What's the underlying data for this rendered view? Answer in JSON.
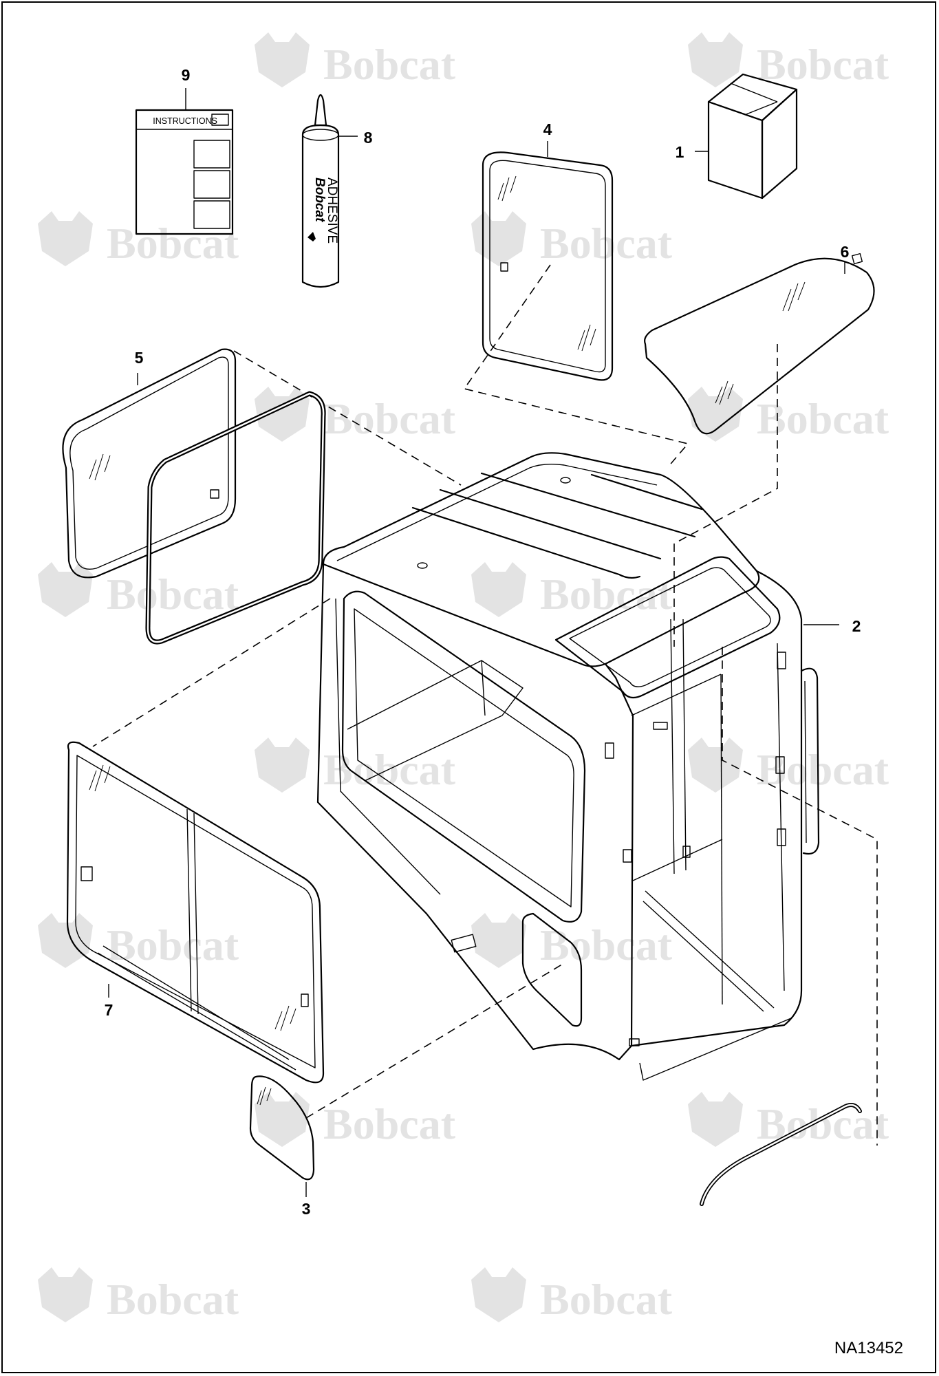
{
  "watermark": {
    "brand_text": "Bobcat",
    "color": "#e3e3e3"
  },
  "callouts": [
    {
      "id": "callout-1",
      "label": "1"
    },
    {
      "id": "callout-2",
      "label": "2"
    },
    {
      "id": "callout-3",
      "label": "3"
    },
    {
      "id": "callout-4",
      "label": "4"
    },
    {
      "id": "callout-5",
      "label": "5"
    },
    {
      "id": "callout-6",
      "label": "6"
    },
    {
      "id": "callout-7",
      "label": "7"
    },
    {
      "id": "callout-8",
      "label": "8"
    },
    {
      "id": "callout-9",
      "label": "9"
    }
  ],
  "instructions_sheet": {
    "title": "INSTRUCTIONS"
  },
  "adhesive_tube": {
    "brand": "Bobcat",
    "label": "ADHESIVE"
  },
  "figure_id": "NA13452"
}
